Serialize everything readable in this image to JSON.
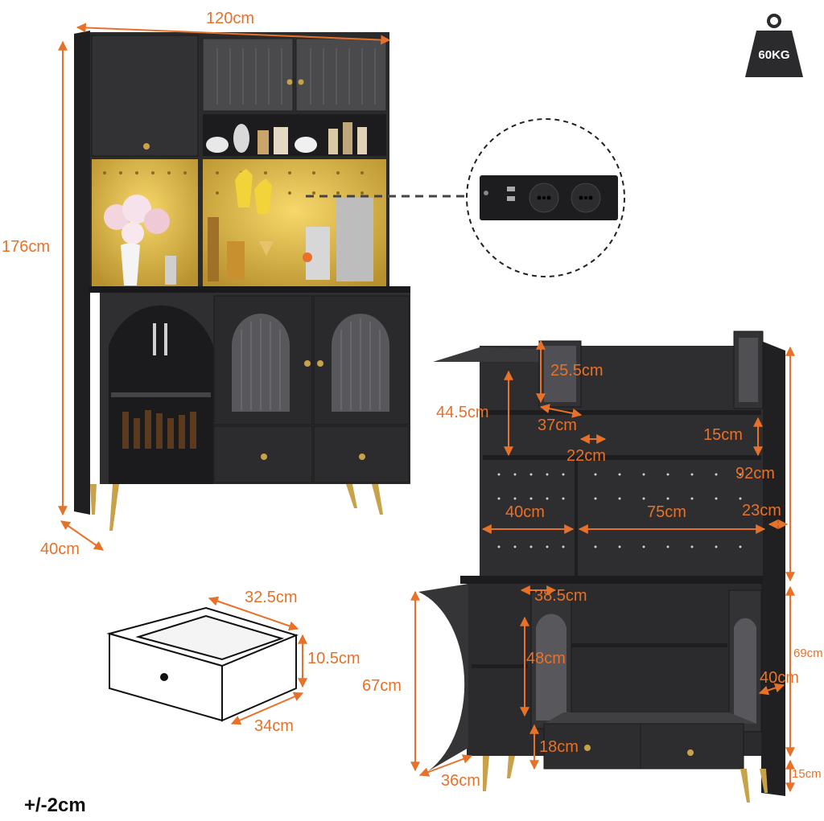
{
  "weight": {
    "label": "60KG",
    "icon": "weight-icon"
  },
  "tolerance": "+/-2cm",
  "colors": {
    "accent": "#e8712a",
    "cabinet": "#2b2b2d",
    "led": "#f2c744",
    "gold": "#c8a24a"
  },
  "dimensions": {
    "width": "120cm",
    "height": "176cm",
    "depth": "40cm",
    "drawer_width": "32.5cm",
    "drawer_height": "10.5cm",
    "drawer_depth": "34cm",
    "top_door": "25.5cm",
    "upper_section": "44.5cm",
    "shelf_width": "37cm",
    "divider": "22cm",
    "shelf_gap": "15cm",
    "hutch_height": "92cm",
    "left_section": "40cm",
    "pegboard_width": "75cm",
    "side_depth": "23cm",
    "lower_compartment": "38.5cm",
    "inner_height": "48cm",
    "lower_height": "67cm",
    "base_height": "69cm",
    "door_depth": "40cm",
    "drawer_front": "18cm",
    "leg_width": "36cm",
    "leg_height": "15cm"
  }
}
